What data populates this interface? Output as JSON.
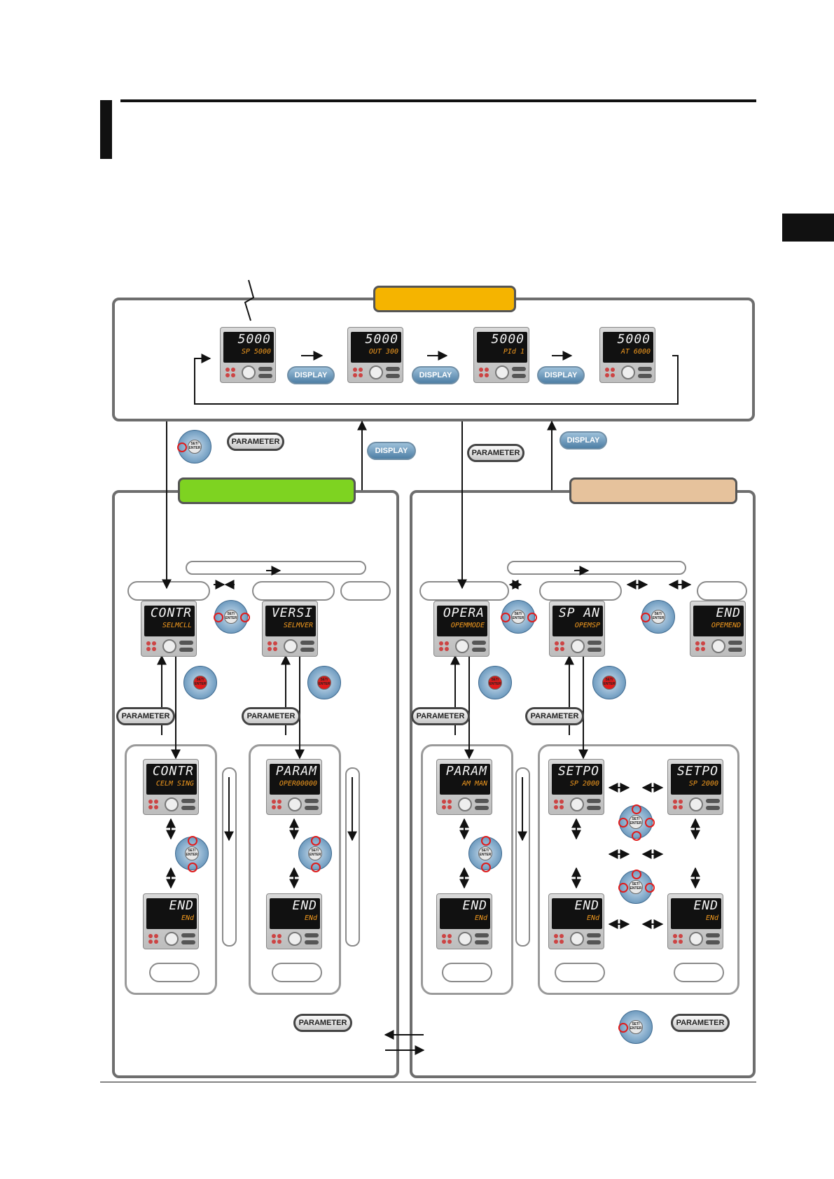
{
  "devices": {
    "d1": {
      "main": "5000",
      "sub": "SP  5000"
    },
    "d2": {
      "main": "5000",
      "sub": "OUT  300"
    },
    "d3": {
      "main": "5000",
      "sub": "PId    1"
    },
    "d4": {
      "main": "5000",
      "sub": "AT  6000"
    },
    "contra": {
      "main": "CONTR",
      "sub": "SELMCLL"
    },
    "versi": {
      "main": "VERSI",
      "sub": "SELMVER"
    },
    "opera": {
      "main": "OPERA",
      "sub": "OPEMMODE"
    },
    "span": {
      "main": "SP  AN",
      "sub": "OPEMSP"
    },
    "end_top": {
      "main": "END",
      "sub": "OPEMEND"
    },
    "contr2": {
      "main": "CONTR",
      "sub": "CELM SING"
    },
    "param1": {
      "main": "PARAM",
      "sub": "OPER00000"
    },
    "param2": {
      "main": "PARAM",
      "sub": "AM    MAN"
    },
    "setpo1": {
      "main": "SETPO",
      "sub": "SP    2000"
    },
    "setpo2": {
      "main": "SETPO",
      "sub": "SP    2000"
    },
    "end1": {
      "main": "END",
      "sub": "ENd"
    },
    "end2": {
      "main": "END",
      "sub": "ENd"
    },
    "end3": {
      "main": "END",
      "sub": "ENd"
    },
    "end4": {
      "main": "END",
      "sub": "ENd"
    },
    "end5": {
      "main": "END",
      "sub": "ENd"
    }
  },
  "keys": {
    "display": "DISPLAY",
    "parameter": "PARAMETER",
    "set_enter": "SET/ ENTER"
  },
  "colors": {
    "header_top": "#f5b400",
    "header_left": "#7ed321",
    "header_right": "#e6c29c",
    "accent_ring": "#e01b1b"
  }
}
